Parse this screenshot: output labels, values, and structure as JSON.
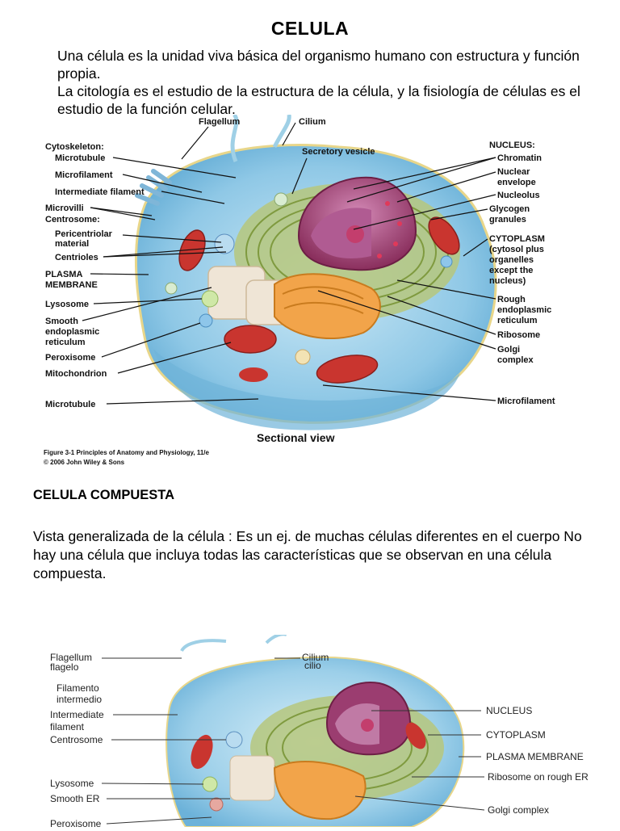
{
  "title": "CELULA",
  "intro": {
    "p1": "Una célula es la unidad viva básica del organismo humano con  estructura y función propia.",
    "p2": "La citología es el estudio de la estructura de la célula, y la fisiología de células es el estudio de la función celular."
  },
  "figure1": {
    "labels_left": {
      "cytoskeleton": "Cytoskeleton:",
      "microtubule": "Microtubule",
      "microfilament": "Microfilament",
      "intermediate_filament": "Intermediate filament",
      "microvilli": "Microvilli",
      "centrosome": "Centrosome:",
      "pericentriolar_1": "Pericentriolar",
      "pericentriolar_2": "material",
      "centrioles": "Centrioles",
      "plasma_1": "PLASMA",
      "plasma_2": "MEMBRANE",
      "lysosome": "Lysosome",
      "smooth_1": "Smooth",
      "smooth_2": "endoplasmic",
      "smooth_3": "reticulum",
      "peroxisome": "Peroxisome",
      "mitochondrion": "Mitochondrion",
      "microtubule_bottom": "Microtubule"
    },
    "labels_top": {
      "flagellum": "Flagellum",
      "cilium": "Cilium",
      "secretory_vesicle": "Secretory vesicle"
    },
    "labels_right": {
      "nucleus": "NUCLEUS:",
      "chromatin": "Chromatin",
      "nuclear_1": "Nuclear",
      "nuclear_2": "envelope",
      "nucleolus": "Nucleolus",
      "glycogen_1": "Glycogen",
      "glycogen_2": "granules",
      "cytoplasm": "CYTOPLASM",
      "cyto_1": "(cytosol plus",
      "cyto_2": "organelles",
      "cyto_3": "except the",
      "cyto_4": "nucleus)",
      "rough_1": "Rough",
      "rough_2": "endoplasmic",
      "rough_3": "reticulum",
      "ribosome": "Ribosome",
      "golgi_1": "Golgi",
      "golgi_2": "complex",
      "microfilament_bottom": "Microfilament"
    },
    "view_label": "Sectional view",
    "caption_1": "Figure 3-1  Principles of Anatomy and Physiology, 11/e",
    "caption_2": "© 2006 John Wiley & Sons"
  },
  "section": {
    "title": "CELULA COMPUESTA",
    "text": "Vista generalizada de la célula : Es un ej. de muchas células diferentes en el cuerpo No hay una célula que incluya todas las características que se observan en una célula compuesta."
  },
  "figure2": {
    "flagellum": "Flagellum",
    "flagelo": "flagelo",
    "cilium": "Cilium",
    "cilio": "cilio",
    "filamento_1": "Filamento",
    "filamento_2": "intermedio",
    "intermediate_1": "Intermediate",
    "intermediate_2": "filament",
    "centrosome": "Centrosome",
    "lysosome": "Lysosome",
    "smooth_er": "Smooth ER",
    "peroxisome": "Peroxisome",
    "nucleus": "NUCLEUS",
    "cytoplasm": "CYTOPLASM",
    "plasma_membrane": "PLASMA MEMBRANE",
    "ribosome": "Ribosome on rough ER",
    "golgi": "Golgi complex"
  }
}
